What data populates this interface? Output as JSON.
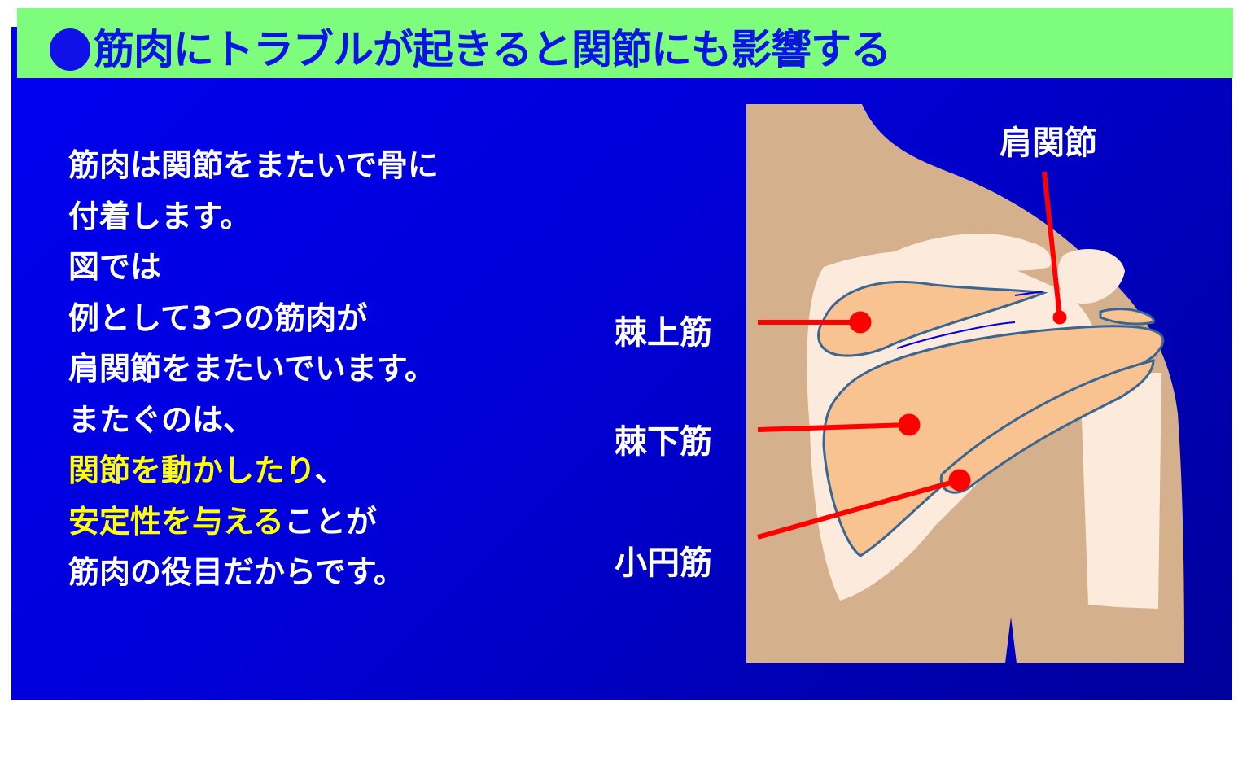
{
  "title": {
    "bullet": "●",
    "text": "筋肉にトラブルが起きると関節にも影響する"
  },
  "body": {
    "lines": [
      {
        "text": "筋肉は関節をまたいで骨に",
        "highlight": ""
      },
      {
        "text": "付着します。",
        "highlight": ""
      },
      {
        "text": "図では",
        "highlight": ""
      },
      {
        "text": "例として3つの筋肉が",
        "highlight": ""
      },
      {
        "text": "肩関節をまたいでいます。",
        "highlight": ""
      },
      {
        "text": "またぐのは、",
        "highlight": ""
      },
      {
        "text": "",
        "highlight": "関節を動かしたり",
        "after": "、"
      },
      {
        "text": "",
        "highlight": "安定性を与える",
        "after": "ことが"
      },
      {
        "text": "筋肉の役目だからです。",
        "highlight": ""
      }
    ]
  },
  "diagram": {
    "labels": {
      "shoulder_joint": "肩関節",
      "supraspinatus": "棘上筋",
      "infraspinatus": "棘下筋",
      "teres_minor": "小円筋"
    },
    "colors": {
      "background_slide": "#0000e0",
      "title_bar": "#7dfd7b",
      "title_text": "#0a14e6",
      "highlight_text": "#ffff00",
      "skin": "#d5b08c",
      "bone": "#fcebdc",
      "muscle": "#f8c291",
      "muscle_outline": "#3a6690",
      "pointer": "#ff0000"
    }
  }
}
